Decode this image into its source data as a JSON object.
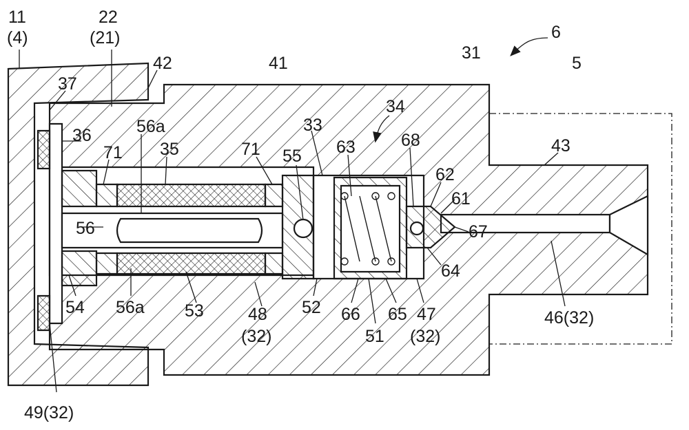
{
  "figure": {
    "labels": [
      {
        "id": "l11",
        "text": "11"
      },
      {
        "id": "l4",
        "text": "(4)"
      },
      {
        "id": "l22",
        "text": "22"
      },
      {
        "id": "l21",
        "text": "(21)"
      },
      {
        "id": "l42",
        "text": "42"
      },
      {
        "id": "l37",
        "text": "37"
      },
      {
        "id": "l41",
        "text": "41"
      },
      {
        "id": "l31",
        "text": "31"
      },
      {
        "id": "l6",
        "text": "6"
      },
      {
        "id": "l5",
        "text": "5"
      },
      {
        "id": "l34",
        "text": "34"
      },
      {
        "id": "l36",
        "text": "36"
      },
      {
        "id": "l56a_top",
        "text": "56a"
      },
      {
        "id": "l71_left",
        "text": "71"
      },
      {
        "id": "l35",
        "text": "35"
      },
      {
        "id": "l71_right",
        "text": "71"
      },
      {
        "id": "l33",
        "text": "33"
      },
      {
        "id": "l55",
        "text": "55"
      },
      {
        "id": "l63",
        "text": "63"
      },
      {
        "id": "l68",
        "text": "68"
      },
      {
        "id": "l43",
        "text": "43"
      },
      {
        "id": "l62",
        "text": "62"
      },
      {
        "id": "l61",
        "text": "61"
      },
      {
        "id": "l56",
        "text": "56"
      },
      {
        "id": "l67",
        "text": "67"
      },
      {
        "id": "l64",
        "text": "64"
      },
      {
        "id": "l54",
        "text": "54"
      },
      {
        "id": "l56a_bot",
        "text": "56a"
      },
      {
        "id": "l53",
        "text": "53"
      },
      {
        "id": "l48",
        "text": "48"
      },
      {
        "id": "l32a",
        "text": "(32)"
      },
      {
        "id": "l52",
        "text": "52"
      },
      {
        "id": "l66",
        "text": "66"
      },
      {
        "id": "l65",
        "text": "65"
      },
      {
        "id": "l51",
        "text": "51"
      },
      {
        "id": "l47",
        "text": "47"
      },
      {
        "id": "l32b",
        "text": "(32)"
      },
      {
        "id": "l46",
        "text": "46(32)"
      },
      {
        "id": "l49",
        "text": "49(32)"
      }
    ]
  }
}
